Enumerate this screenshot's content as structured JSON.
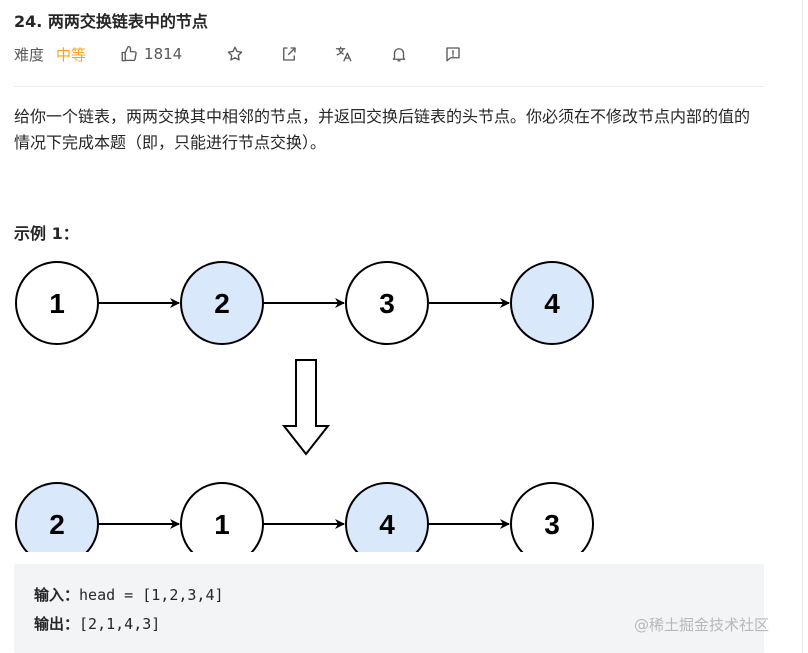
{
  "problem": {
    "title": "24. 两两交换链表中的节点",
    "difficulty_label": "难度",
    "difficulty": "中等",
    "likes": "1814"
  },
  "description": "给你一个链表，两两交换其中相邻的节点，并返回交换后链表的头节点。你必须在不修改节点内部的值的情况下完成本题（即，只能进行节点交换）。",
  "example": {
    "title": "示例 1：",
    "before_nodes": [
      "1",
      "2",
      "3",
      "4"
    ],
    "after_nodes": [
      "2",
      "1",
      "4",
      "3"
    ],
    "input_label": "输入：",
    "input_value": "head = [1,2,3,4]",
    "output_label": "输出：",
    "output_value": "[2,1,4,3]"
  },
  "colors": {
    "highlight_node": "#dae8fc",
    "plain_node": "#ffffff",
    "accent_difficulty": "#ffa116"
  },
  "watermark": "@稀土掘金技术社区"
}
